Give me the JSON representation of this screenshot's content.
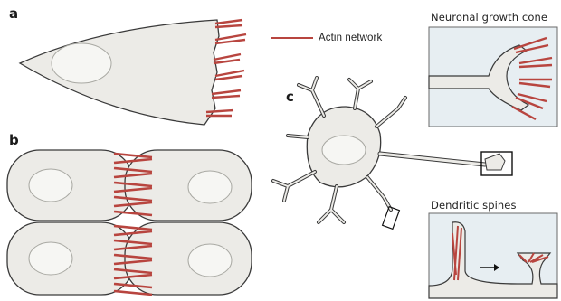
{
  "labels": {
    "panel_a": "a",
    "panel_b": "b",
    "panel_c": "c",
    "legend": "Actin network",
    "growth_cone_title": "Neuronal growth cone",
    "spines_title": "Dendritic spines"
  },
  "colors": {
    "actin": "#b8453f",
    "cell_fill": "#ecebe7",
    "cell_stroke": "#3a3a3a",
    "inset_bg": "#e7eef2",
    "nucleus": "#f6f6f3"
  }
}
